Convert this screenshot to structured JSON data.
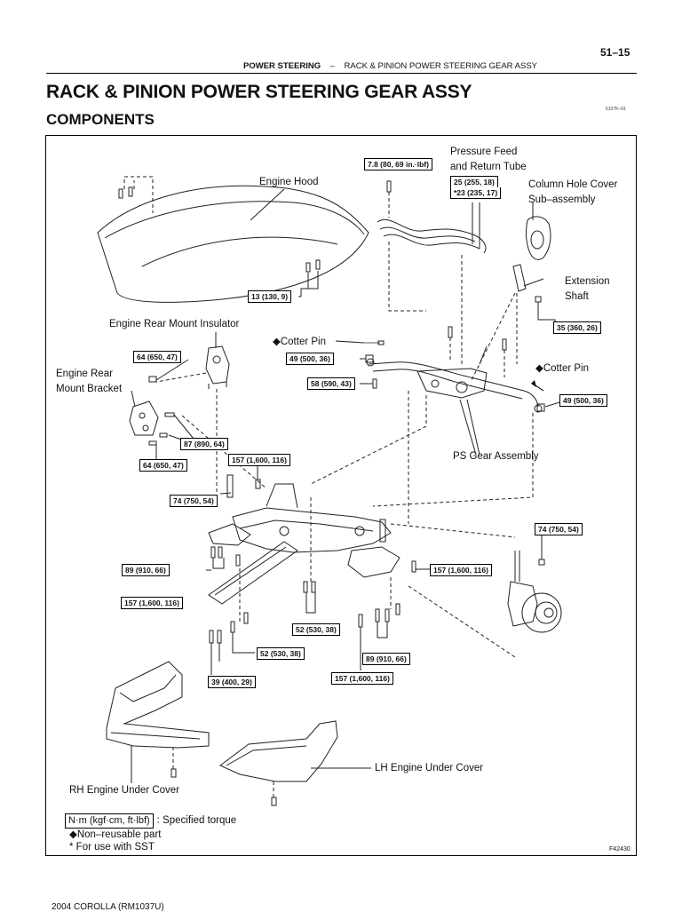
{
  "header": {
    "page_number": "51–15",
    "section": "POWER STEERING",
    "separator": "–",
    "subsection": "RACK & PINION POWER STEERING GEAR ASSY"
  },
  "title": "RACK & PINION POWER STEERING GEAR ASSY",
  "subtitle": "COMPONENTS",
  "ref_code": "5107K–01",
  "labels": {
    "engine_hood": "Engine Hood",
    "pressure_feed_1": "Pressure Feed",
    "pressure_feed_2": "and Return Tube",
    "column_hole_1": "Column Hole Cover",
    "column_hole_2": "Sub–assembly",
    "extension_1": "Extension",
    "extension_2": "Shaft",
    "engine_rear_mount_insulator": "Engine Rear Mount Insulator",
    "cotter_pin_1": "Cotter Pin",
    "cotter_pin_2": "Cotter Pin",
    "engine_rear_1": "Engine Rear",
    "engine_rear_2": "Mount Bracket",
    "ps_gear": "PS Gear Assembly",
    "rh_under_cover": "RH Engine Under Cover",
    "lh_under_cover": "LH Engine Under Cover"
  },
  "torques": {
    "t_7_8": "7.8 (80, 69 in.·lbf)",
    "t_25": "25 (255, 18)",
    "t_23": "*23 (235, 17)",
    "t_13": "13 (130, 9)",
    "t_35": "35 (360, 26)",
    "t_64a": "64 (650, 47)",
    "t_49a": "49 (500, 36)",
    "t_58": "58 (590, 43)",
    "t_49b": "49 (500, 36)",
    "t_87": "87 (890, 64)",
    "t_64b": "64 (650, 47)",
    "t_157a": "157 (1,600, 116)",
    "t_74a": "74 (750, 54)",
    "t_74b": "74 (750, 54)",
    "t_89a": "89 (910, 66)",
    "t_157b": "157 (1,600, 116)",
    "t_157c": "157 (1,600, 116)",
    "t_52a": "52 (530, 38)",
    "t_52b": "52 (530, 38)",
    "t_89b": "89 (910, 66)",
    "t_39": "39 (400, 29)",
    "t_157d": "157 (1,600, 116)"
  },
  "legend": {
    "unit_box": "N·m (kgf·cm, ft·lbf)",
    "unit_text": ": Specified torque",
    "non_reusable": "Non–reusable part",
    "sst": "* For use with SST",
    "diamond_symbol": "◆"
  },
  "figure_id": "F42430",
  "footer": "2004 COROLLA   (RM1037U)"
}
